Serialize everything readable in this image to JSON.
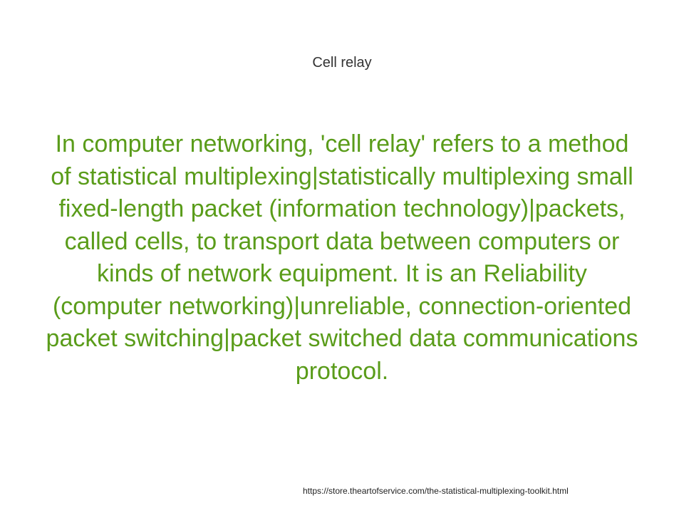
{
  "slide": {
    "title": "Cell relay",
    "body": "In computer networking, 'cell relay' refers to a method of statistical multiplexing|statistically multiplexing small fixed-length packet (information technology)|packets, called cells, to transport data between computers or kinds of network equipment.  It is an Reliability (computer networking)|unreliable, connection-oriented packet switching|packet switched data communications protocol.",
    "source_url": "https://store.theartofservice.com/the-statistical-multiplexing-toolkit.html"
  },
  "colors": {
    "body_text": "#5a9c1a",
    "title_text": "#333333",
    "background": "#ffffff"
  }
}
